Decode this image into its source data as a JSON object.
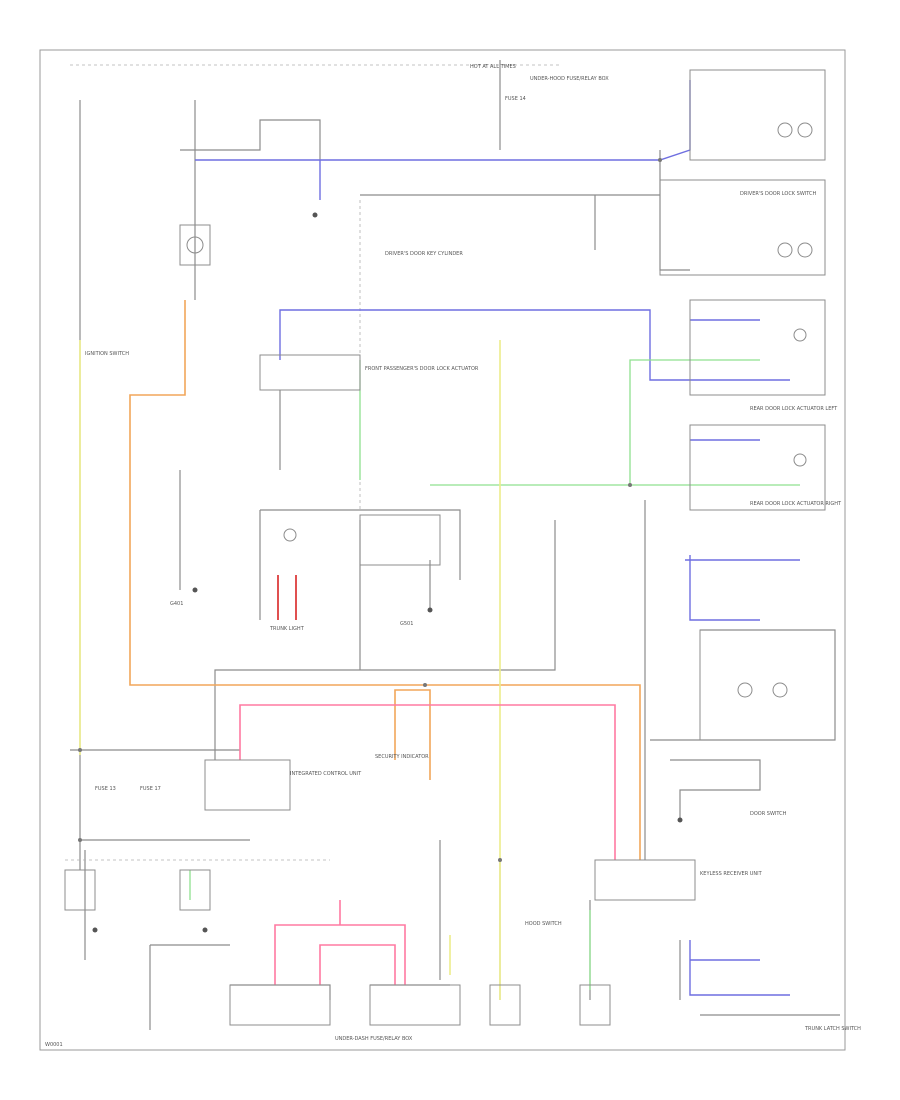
{
  "colors": {
    "wire_gray": "#8c8c8c",
    "wire_blue": "#6e6ee0",
    "wire_orange": "#f2a65a",
    "wire_green": "#8fe08f",
    "wire_yellow": "#eded8a",
    "wire_pink": "#ff7aa2",
    "wire_red": "#e05050"
  },
  "labels": {
    "top_source": "HOT AT ALL TIMES",
    "top_fuse": "FUSE 14",
    "power_relay": "UNDER-HOOD FUSE/RELAY BOX",
    "drivers_door_lock": "DRIVER'S DOOR LOCK SWITCH",
    "drivers_door_key": "DRIVER'S DOOR KEY CYLINDER",
    "passenger_door_lock": "FRONT PASSENGER'S DOOR LOCK ACTUATOR",
    "left_rear_lock": "REAR DOOR LOCK ACTUATOR LEFT",
    "right_rear_lock": "REAR DOOR LOCK ACTUATOR RIGHT",
    "trunk_light": "TRUNK LIGHT",
    "door_switch": "DOOR SWITCH",
    "integrated_unit": "INTEGRATED CONTROL UNIT",
    "keyless_unit": "KEYLESS RECEIVER UNIT",
    "security_indicator": "SECURITY INDICATOR",
    "dash_fuse_box": "UNDER-DASH FUSE/RELAY BOX",
    "ground_g401": "G401",
    "ground_g501": "G501",
    "fuse_a": "FUSE 13",
    "fuse_b": "FUSE 17",
    "ignition_switch": "IGNITION SWITCH",
    "hood_switch": "HOOD SWITCH",
    "trunk_switch": "TRUNK LATCH SWITCH",
    "page_id": "W0001"
  }
}
